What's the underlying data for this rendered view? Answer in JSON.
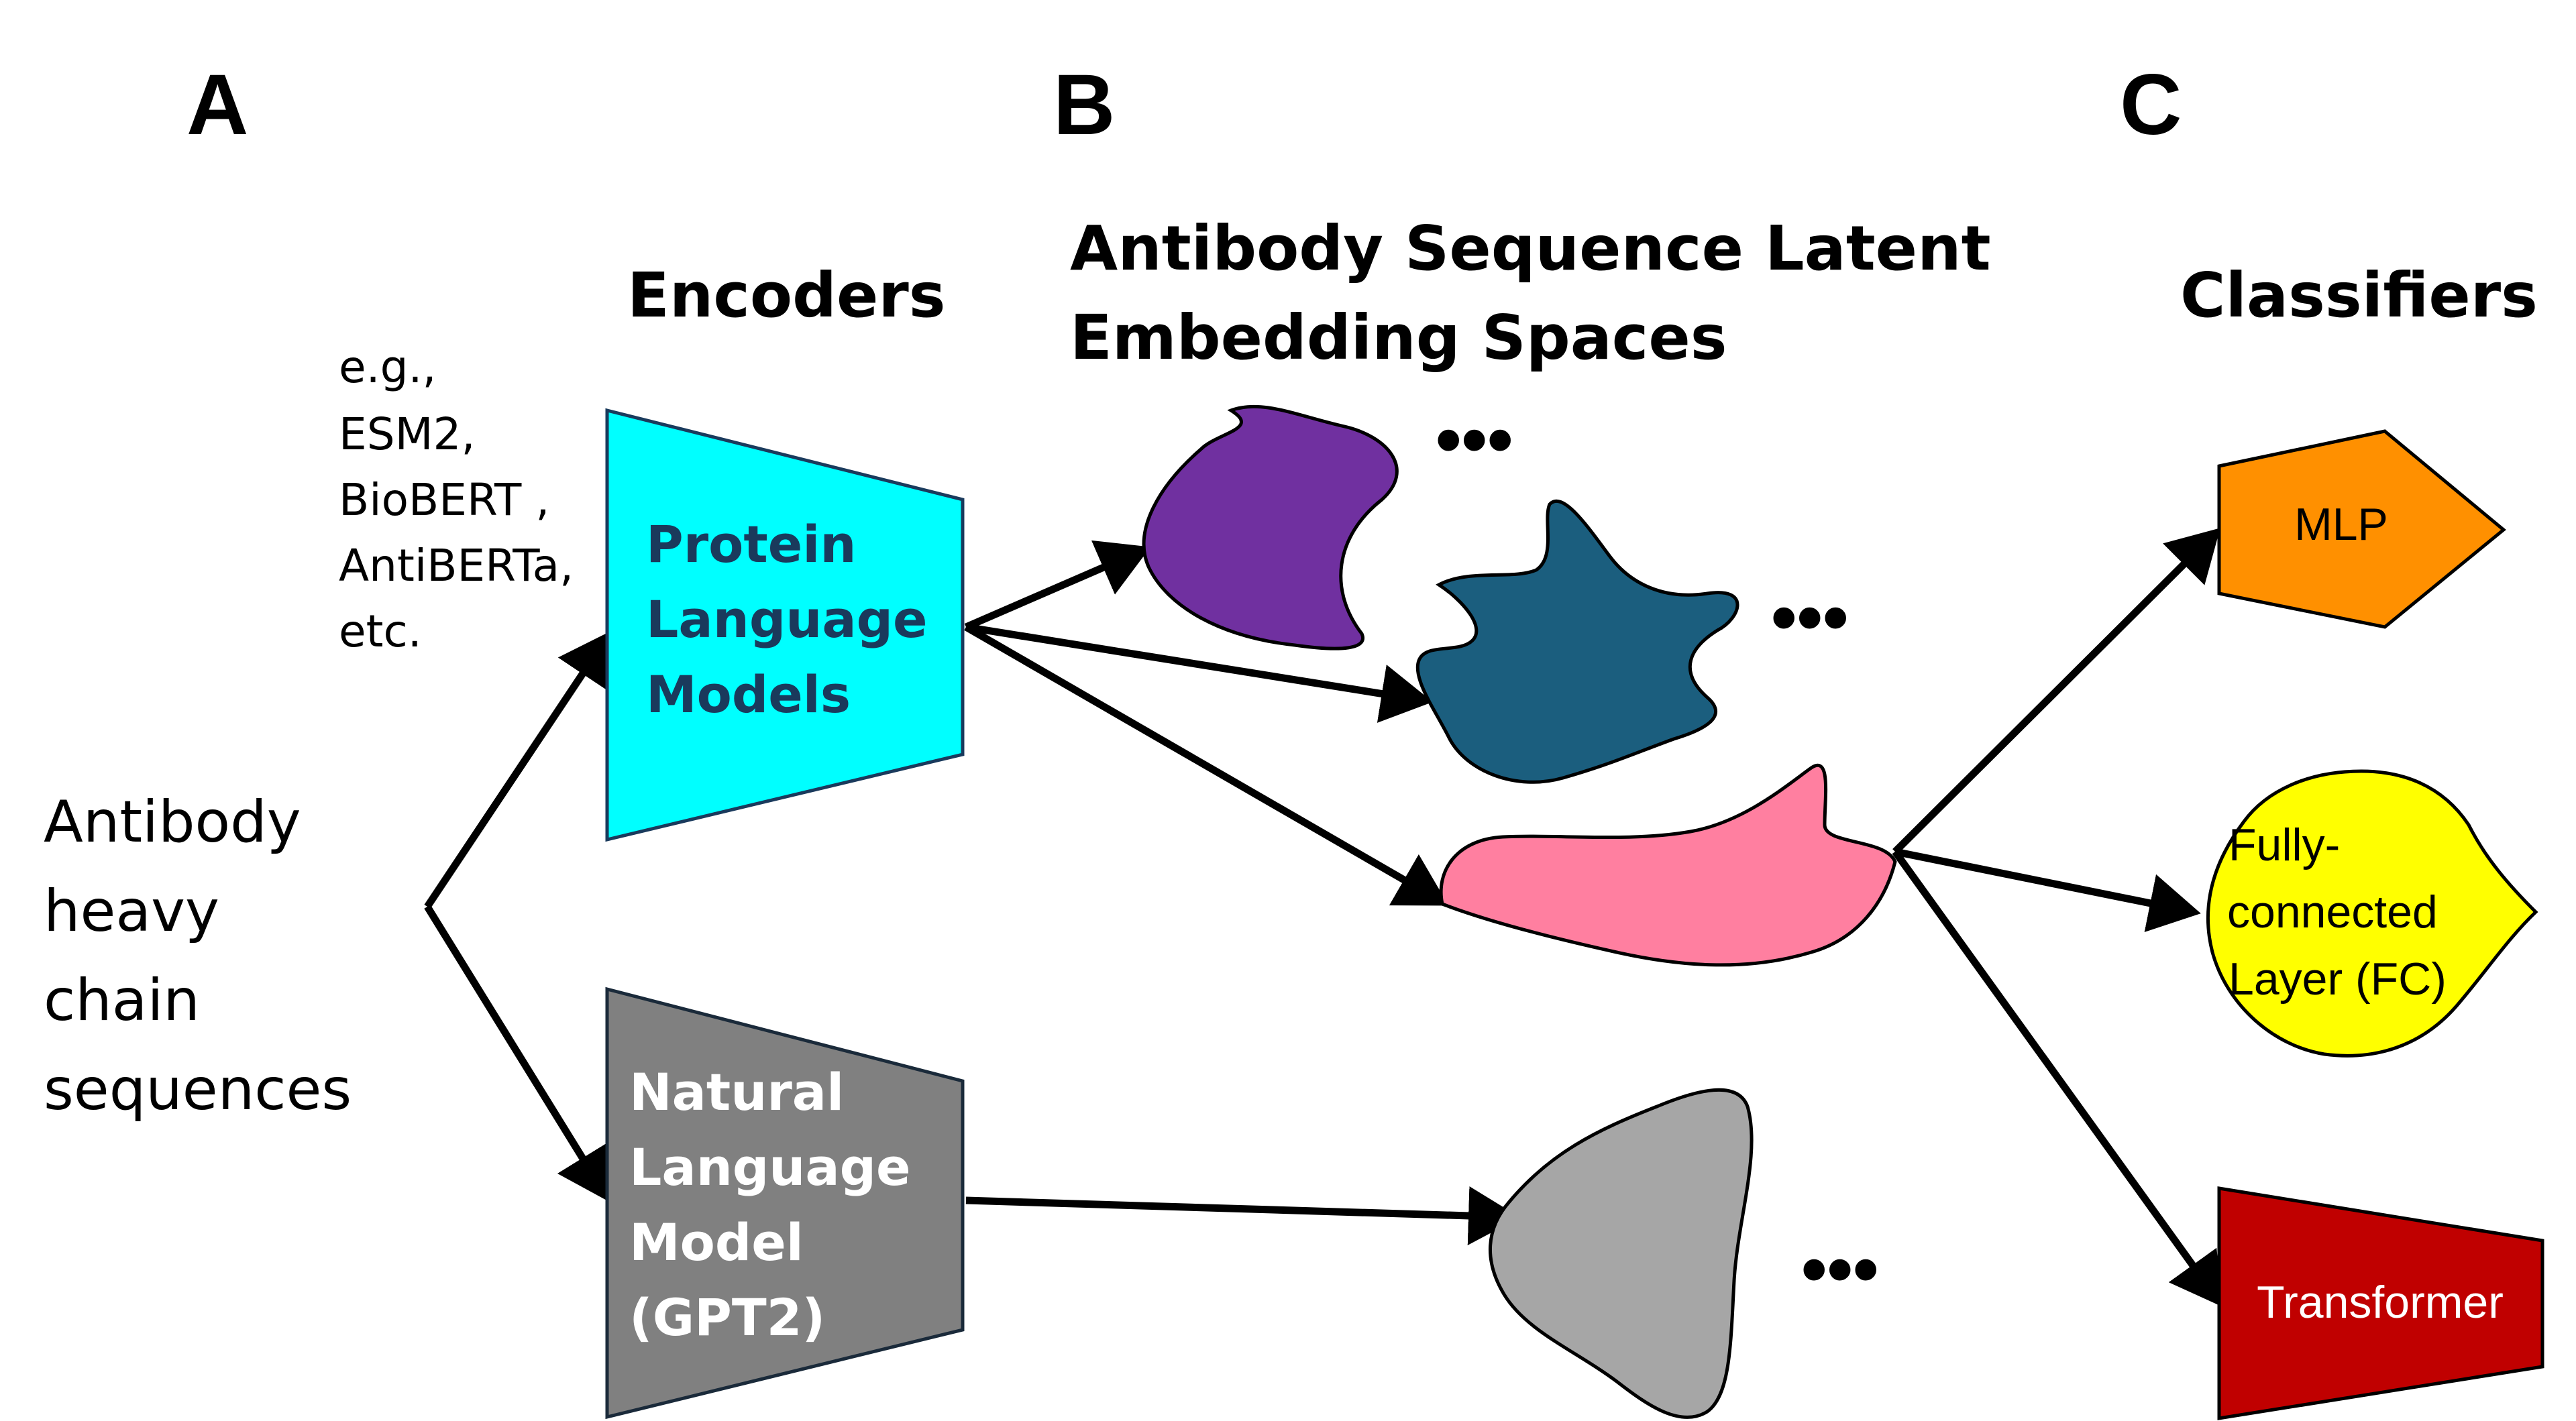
{
  "panels": {
    "a": "A",
    "b": "B",
    "c": "C"
  },
  "headings": {
    "encoders": "Encoders",
    "latent_line1": "Antibody Sequence Latent",
    "latent_line2": "Embedding Spaces",
    "classifiers": "Classifiers"
  },
  "examples": [
    "e.g.,",
    "ESM2,",
    "BioBERT ,",
    "AntiBERTa,",
    "etc."
  ],
  "input_label": [
    "Antibody",
    "heavy",
    "chain",
    "sequences"
  ],
  "encoders": {
    "protein": {
      "lines": [
        "Protein",
        "Language",
        "Models"
      ],
      "fill": "#00FFFF",
      "text_color": "#1a3a5c"
    },
    "natural": {
      "lines": [
        "Natural",
        "Language",
        "Model",
        "(GPT2)"
      ],
      "fill": "#808080",
      "text_color": "#ffffff"
    }
  },
  "embeddings": [
    {
      "name": "purple",
      "fill": "#7030A0"
    },
    {
      "name": "teal",
      "fill": "#1B5E7E"
    },
    {
      "name": "pink",
      "fill": "#FF7FA0"
    },
    {
      "name": "gray",
      "fill": "#A6A6A6"
    }
  ],
  "ellipsis": [
    "•••",
    "•••",
    "•••"
  ],
  "classifiers": {
    "mlp": {
      "label": "MLP",
      "fill": "#FF9000",
      "text_color": "#000000"
    },
    "fc": {
      "lines": [
        "Fully-",
        "connected",
        "Layer (FC)"
      ],
      "fill": "#FFFF00",
      "text_color": "#000000"
    },
    "transformer": {
      "label": "Transformer",
      "fill": "#C00000",
      "text_color": "#ffffff"
    }
  }
}
